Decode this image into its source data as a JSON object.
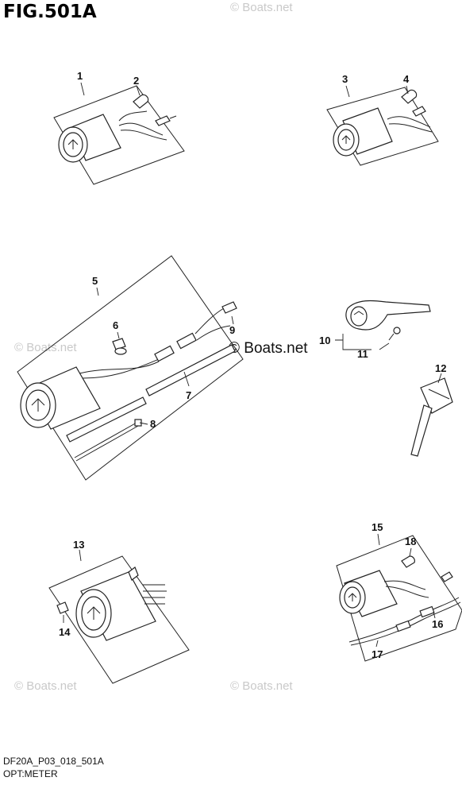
{
  "header": {
    "title": "FIG.501A"
  },
  "footer": {
    "code": "DF20A_P03_018_501A",
    "name": "OPT:METER"
  },
  "watermarks": {
    "faint": "© Boats.net",
    "center": "© Boats.net"
  },
  "callouts": {
    "c1": "1",
    "c2": "2",
    "c3": "3",
    "c4": "4",
    "c5": "5",
    "c6": "6",
    "c7": "7",
    "c8": "8",
    "c9": "9",
    "c10": "10",
    "c11": "11",
    "c12": "12",
    "c13": "13",
    "c14": "14",
    "c15": "15",
    "c16": "16",
    "c17": "17",
    "c18": "18"
  }
}
